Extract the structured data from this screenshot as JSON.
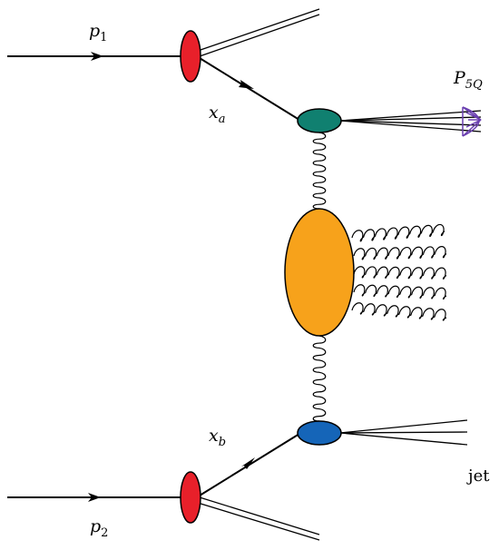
{
  "labels": {
    "p1": {
      "base": "p",
      "sub": "1"
    },
    "p2": {
      "base": "p",
      "sub": "2"
    },
    "xa": {
      "base": "x",
      "sub": "a"
    },
    "xb": {
      "base": "x",
      "sub": "b"
    },
    "p5q": {
      "base": "P",
      "sub": "5Q"
    },
    "jet": "jet"
  },
  "colors": {
    "proton_blob": "#e8202a",
    "vertex_top": "#108070",
    "central_blob": "#f7a21b",
    "vertex_bottom": "#1565b8",
    "pentaquark_cone": "#6a3fb0",
    "lines": "#000000"
  }
}
